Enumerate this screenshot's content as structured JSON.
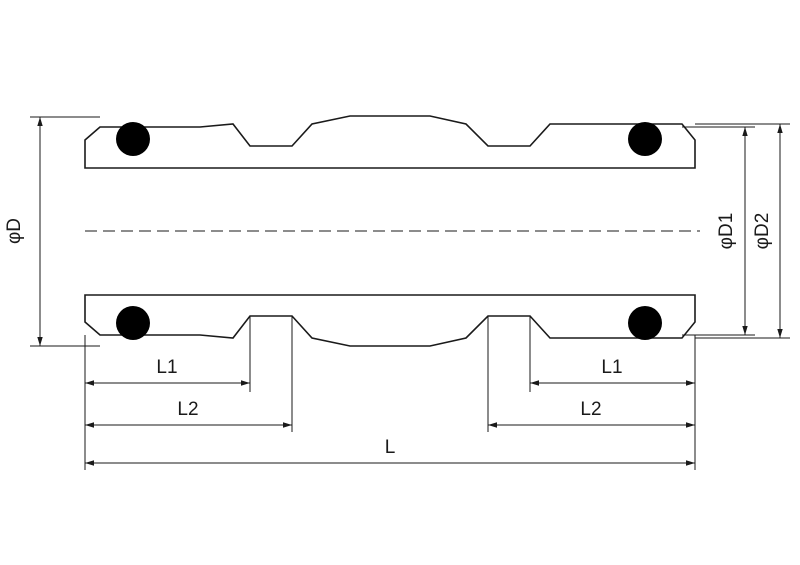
{
  "labels": {
    "phi_d": "φD",
    "phi_d1": "φD1",
    "phi_d2": "φD2",
    "l1_left": "L1",
    "l2_left": "L2",
    "l1_right": "L1",
    "l2_right": "L2",
    "l_total": "L"
  },
  "colors": {
    "line": "#1a1a1a",
    "seal": "#000000",
    "background": "#ffffff"
  }
}
